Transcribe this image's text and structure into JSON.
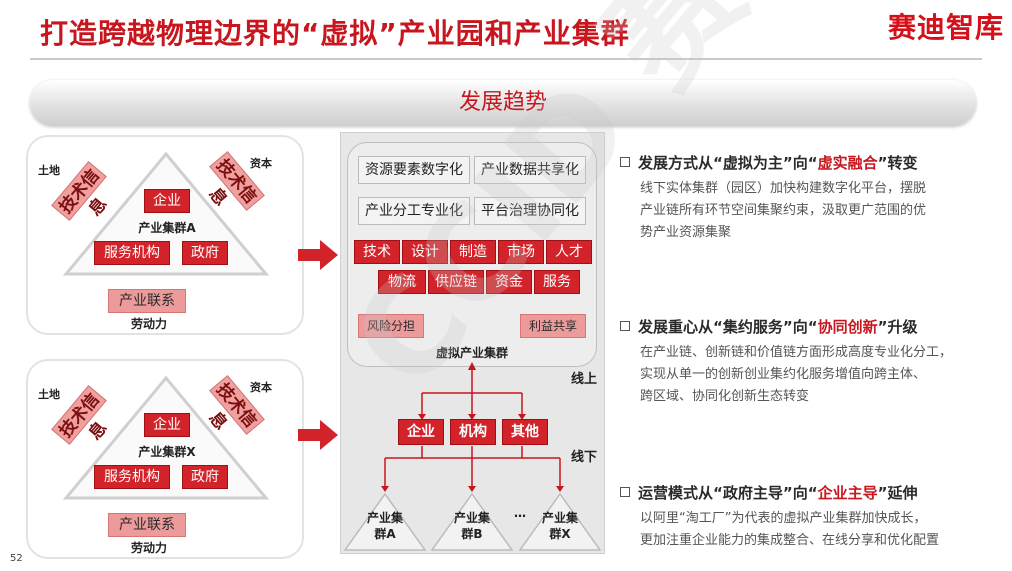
{
  "title": "打造跨越物理边界的“虚拟”产业园和产业集群",
  "logo": "赛迪智库",
  "banner": "发展趋势",
  "page_number": "52",
  "clusters": [
    {
      "land": "土地",
      "capital": "资本",
      "tech": "技术",
      "info": "信息",
      "enterprise": "企业",
      "cluster_name": "产业集群A",
      "service": "服务机构",
      "gov": "政府",
      "link": "产业联系",
      "labor": "劳动力"
    },
    {
      "land": "土地",
      "capital": "资本",
      "tech": "技术",
      "info": "信息",
      "enterprise": "企业",
      "cluster_name": "产业集群X",
      "service": "服务机构",
      "gov": "政府",
      "link": "产业联系",
      "labor": "劳动力"
    }
  ],
  "virtual": {
    "top_boxes": [
      "资源要素数字化",
      "产业数据共享化",
      "产业分工专业化",
      "平台治理协同化"
    ],
    "row1": [
      "技术",
      "设计",
      "制造",
      "市场",
      "人才"
    ],
    "row2": [
      "物流",
      "供应链",
      "资金",
      "服务"
    ],
    "risk": "风险分担",
    "benefit": "利益共享",
    "caption": "虚拟产业集群",
    "online": "线上",
    "offline": "线下",
    "bottom": [
      "企业",
      "机构",
      "其他"
    ],
    "clusters": [
      "产业集群A",
      "产业集群B",
      "产业集群X"
    ],
    "ellipsis": "…"
  },
  "bullets": [
    {
      "pre": "发展方式从“虚拟为主”向“",
      "hl": "虚实融合",
      "post": "”转变",
      "desc": [
        "线下实体集群（园区）加快构建数字化平台，摆脱",
        "产业链所有环节空间集聚约束，汲取更广范围的优",
        "势产业资源集聚"
      ]
    },
    {
      "pre": "发展重心从“集约服务”向“",
      "hl": "协同创新",
      "post": "”升级",
      "desc": [
        "在产业链、创新链和价值链方面形成高度专业化分工，",
        "实现从单一的创新创业集约化服务增值向跨主体、",
        "跨区域、协同化创新生态转变"
      ]
    },
    {
      "pre": "运营模式从“政府主导”向“",
      "hl": "企业主导",
      "post": "”延伸",
      "desc": [
        "以阿里“淘工厂”为代表的虚拟产业集群加快成长，",
        "更加注重企业能力的集成整合、在线分享和优化配置"
      ]
    }
  ],
  "watermark": "CCID 赛迪",
  "colors": {
    "accent": "#c8161e",
    "red_box": "#d2232a",
    "pink_box": "#ec9a9a"
  }
}
